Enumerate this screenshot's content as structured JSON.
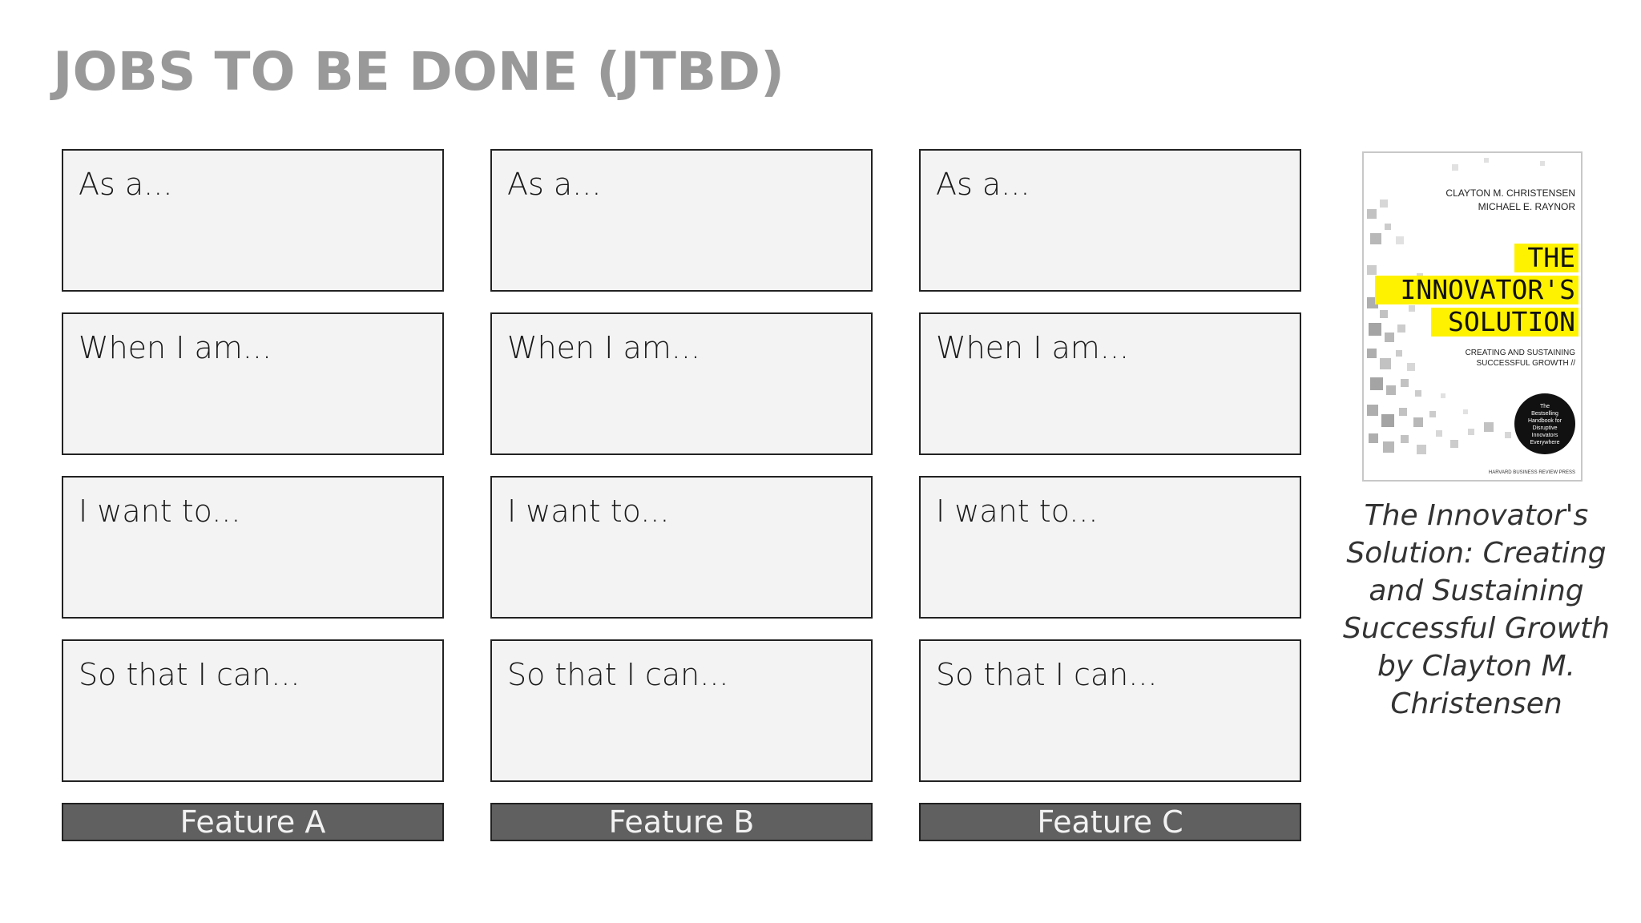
{
  "title": "JOBS TO BE DONE (JTBD)",
  "columns": [
    {
      "cards": [
        "As a...",
        "When I am...",
        "I want to...",
        "So that I can..."
      ],
      "feature": "Feature A"
    },
    {
      "cards": [
        "As a...",
        "When I am...",
        "I want to...",
        "So that I can..."
      ],
      "feature": "Feature B"
    },
    {
      "cards": [
        "As a...",
        "When I am...",
        "I want to...",
        "So that I can..."
      ],
      "feature": "Feature C"
    }
  ],
  "book": {
    "authors": [
      "CLAYTON M. CHRISTENSEN",
      "MICHAEL E. RAYNOR"
    ],
    "title_lines": [
      "THE",
      "INNOVATOR'S",
      "SOLUTION"
    ],
    "subtitle_lines": [
      "CREATING AND SUSTAINING",
      "SUCCESSFUL GROWTH //"
    ],
    "badge_lines": [
      "The",
      "Bestselling",
      "Handbook for",
      "Disruptive",
      "Innovators",
      "Everywhere"
    ],
    "publisher": "HARVARD BUSINESS REVIEW PRESS",
    "highlight_color": "#fff200",
    "caption": "The Innovator's Solution: Creating and Sustaining Successful Growth by Clayton M. Christensen"
  }
}
